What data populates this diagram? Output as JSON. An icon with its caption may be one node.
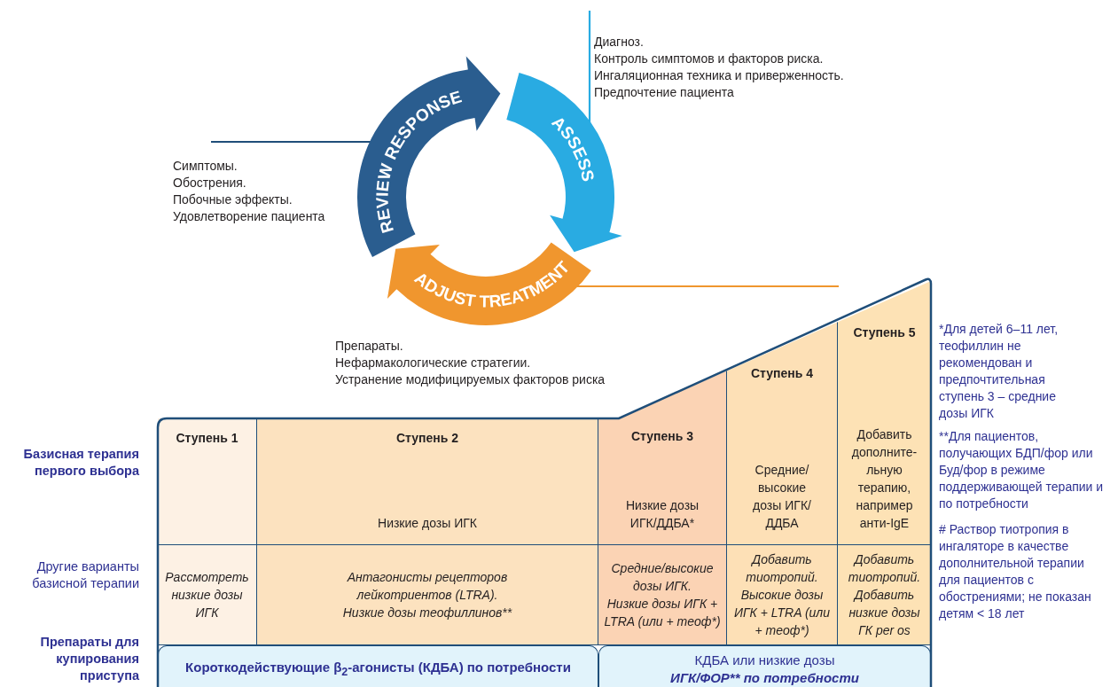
{
  "diagram": {
    "nodes": [
      {
        "text": [
          "REVIEW RESPONSE"
        ]
      },
      {
        "text": [
          "ASSESS"
        ]
      },
      {
        "text": [
          "ADJUST TREATMENT"
        ]
      },
      {
        "text": [
          "Диагноз.",
          "Контроль симптомов и факторов риска.",
          "Ингаляционная техника и приверженность.",
          "Предпочтение пациента"
        ]
      },
      {
        "text": [
          "Симптомы.",
          "Обострения.",
          "Побочные эффекты.",
          "Удовлетворение пациента"
        ]
      },
      {
        "text": [
          "Препараты.",
          "Нефармакологические стратегии.",
          "Устранение модифицируемых факторов риска"
        ]
      },
      {
        "text": [
          "Ступень 1"
        ]
      },
      {
        "text": [
          "Ступень 2",
          "Низкие дозы ИГК"
        ]
      },
      {
        "text": [
          "Ступень 3",
          "Низкие дозы ИГК/ДДБА*"
        ]
      },
      {
        "text": [
          "Ступень 4",
          "Средние/ высокие дозы ИГК/ ДДБА"
        ]
      },
      {
        "text": [
          "Ступень 5",
          "Добавить дополните- льную терапию, например анти-IgE"
        ]
      },
      {
        "text": [
          "Рассмотреть низкие дозы ИГК"
        ]
      },
      {
        "text": [
          "Антагонисты рецепторов лейкотриентов (LTRA).",
          "Низкие дозы теофиллинов**"
        ]
      },
      {
        "text": [
          "Средние/высокие дозы ИГК.",
          "Низкие дозы ИГК + LTRA (или + теоф*)"
        ]
      },
      {
        "text": [
          "Добавить тиотропий.",
          "Высокие дозы ИГК + LTRA (или + теоф*)"
        ]
      },
      {
        "text": [
          "Добавить тиотропий.",
          "Добавить низкие дозы ГК per os"
        ]
      },
      {
        "text": [
          "Короткодействующие β$_{2}$-агонисты (КДБА) по потребности"
        ]
      },
      {
        "text": [
          "КДБА или низкие дозы",
          "ИГК/ФОР** по потребности"
        ]
      }
    ],
    "edges": [
      {
        "from": 3,
        "to": 1,
        "arrow": "none",
        "color": "#29abe2"
      },
      {
        "from": 4,
        "to": 0,
        "arrow": "none",
        "color": "#1f4e79"
      },
      {
        "from": 2,
        "to": 10,
        "arrow": "none",
        "color": "#f0962e"
      }
    ],
    "labels": [
      "Базисная терапия первого выбора",
      "Другие варианты базисной терапии",
      "Препараты для купирования приступа",
      "*Для детей 6–11 лет, теофиллин не рекомендован и предпочтительная ступень 3 – средние дозы ИГК",
      "**Для пациентов, получающих БДП/фор или Буд/фор в режиме поддерживающей терапии и по потребности",
      "# Раствор тиотропия в ингаляторе в качестве дополнительной терапии для пациентов с обострениями; не показан детям < 18 лет"
    ]
  }
}
